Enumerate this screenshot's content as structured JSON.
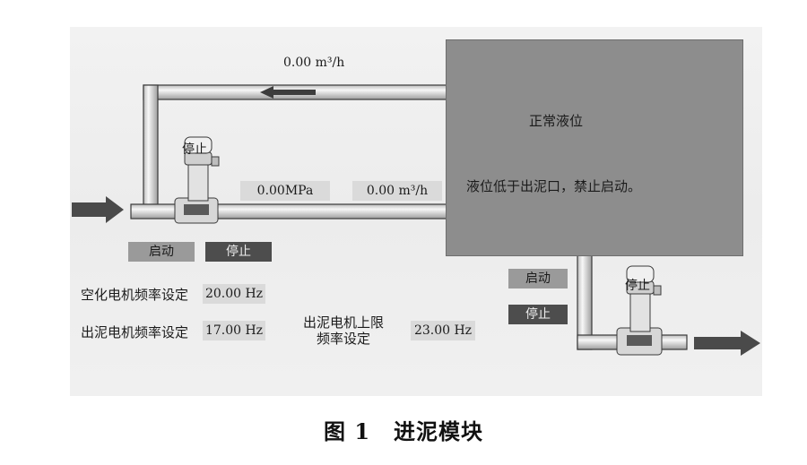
{
  "top_pipe_flow": "0.00 m³/h",
  "inlet_pressure": "0.00MPa",
  "inlet_flow": "0.00 m³/h",
  "tank": {
    "level_status": "正常液位",
    "warning": "液位低于出泥口，禁止启动。"
  },
  "inlet_pump": {
    "status_label": "停止",
    "start_button": "启动",
    "stop_button": "停止"
  },
  "outlet_pump": {
    "status_label": "停止",
    "start_button": "启动",
    "stop_button": "停止"
  },
  "settings": {
    "aeration_motor_freq_label": "空化电机频率设定",
    "aeration_motor_freq_value": "20.00 Hz",
    "sludge_motor_freq_label": "出泥电机频率设定",
    "sludge_motor_freq_value": "17.00 Hz",
    "sludge_motor_limit_label_line1": "出泥电机上限",
    "sludge_motor_limit_label_line2": "频率设定",
    "sludge_motor_limit_value": "23.00 Hz"
  },
  "caption": {
    "number": "图 1",
    "title": "进泥模块"
  },
  "colors": {
    "pipe": "#e9e9e9",
    "pipe_edge": "#3a3a3a",
    "arrow": "#4a4a4a",
    "tank": "#8d8d8d"
  }
}
